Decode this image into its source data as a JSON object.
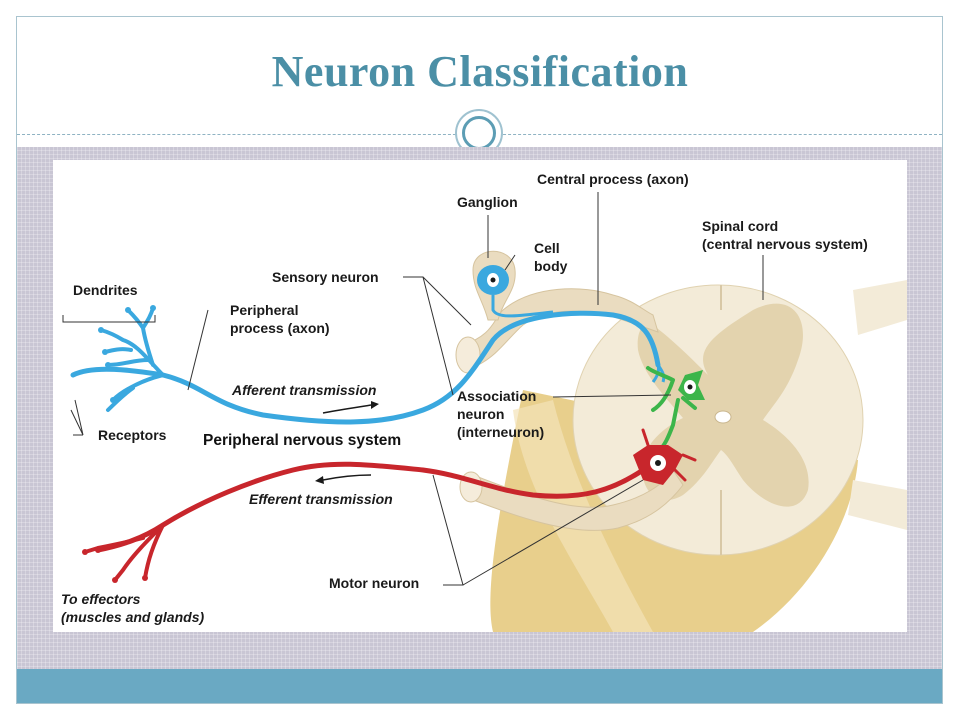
{
  "slide": {
    "title": "Neuron Classification"
  },
  "diagram": {
    "labels": {
      "central_process": "Central process (axon)",
      "ganglion": "Ganglion",
      "cell_body_line1": "Cell",
      "cell_body_line2": "body",
      "spinal_cord_line1": "Spinal cord",
      "spinal_cord_line2": "(central nervous system)",
      "sensory_neuron": "Sensory neuron",
      "dendrites": "Dendrites",
      "peripheral_process_line1": "Peripheral",
      "peripheral_process_line2": "process (axon)",
      "afferent": "Afferent transmission",
      "association_line1": "Association",
      "association_line2": "neuron",
      "association_line3": "(interneuron)",
      "receptors": "Receptors",
      "pns": "Peripheral nervous system",
      "efferent": "Efferent transmission",
      "motor_neuron": "Motor neuron",
      "effectors_line1": "To effectors",
      "effectors_line2": "(muscles and glands)"
    },
    "colors": {
      "sensory": "#3aa8df",
      "motor": "#c8262c",
      "association": "#3cb54a",
      "cord_white_matter": "#f2e8d2",
      "cord_gray_matter": "#e6d6b4",
      "cord_side": "#e9cf8a",
      "title": "#4b8fa6"
    }
  }
}
